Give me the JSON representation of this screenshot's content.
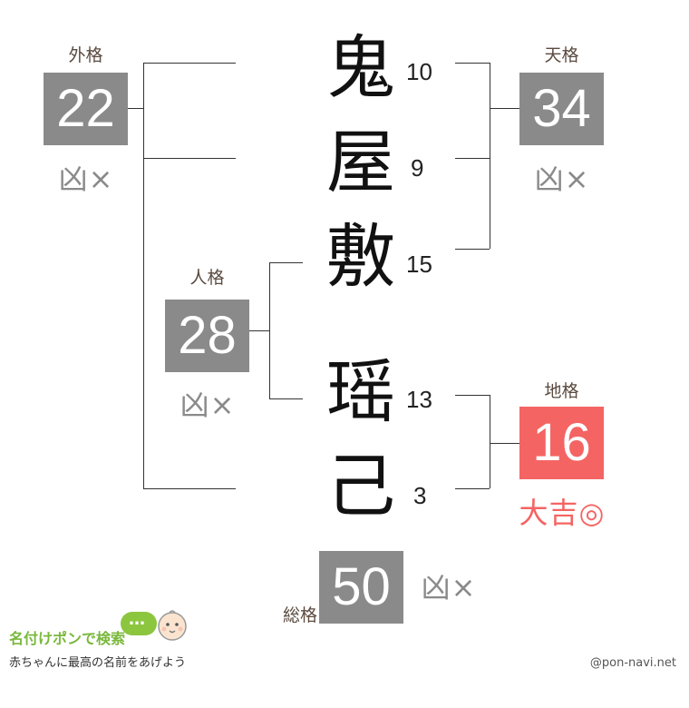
{
  "name": {
    "chars": [
      {
        "char": "鬼",
        "strokes": "10"
      },
      {
        "char": "屋",
        "strokes": "9"
      },
      {
        "char": "敷",
        "strokes": "15"
      },
      {
        "char": "瑶",
        "strokes": "13"
      },
      {
        "char": "己",
        "strokes": "3"
      }
    ]
  },
  "gaikaku": {
    "label": "外格",
    "value": "22",
    "fortune": "凶×"
  },
  "tenkaku": {
    "label": "天格",
    "value": "34",
    "fortune": "凶×"
  },
  "jinkaku": {
    "label": "人格",
    "value": "28",
    "fortune": "凶×"
  },
  "chikaku": {
    "label": "地格",
    "value": "16",
    "fortune": "大吉◎"
  },
  "soukaku": {
    "label": "総格",
    "value": "50",
    "fortune": "凶×"
  },
  "colors": {
    "bad_box": "#8a8a8a",
    "good_box": "#f46463",
    "good_text": "#f46463"
  },
  "footer": {
    "logo_title": "名付けポンで検索",
    "logo_sub": "赤ちゃんに最高の名前をあげよう",
    "credit": "@pon-navi.net"
  }
}
